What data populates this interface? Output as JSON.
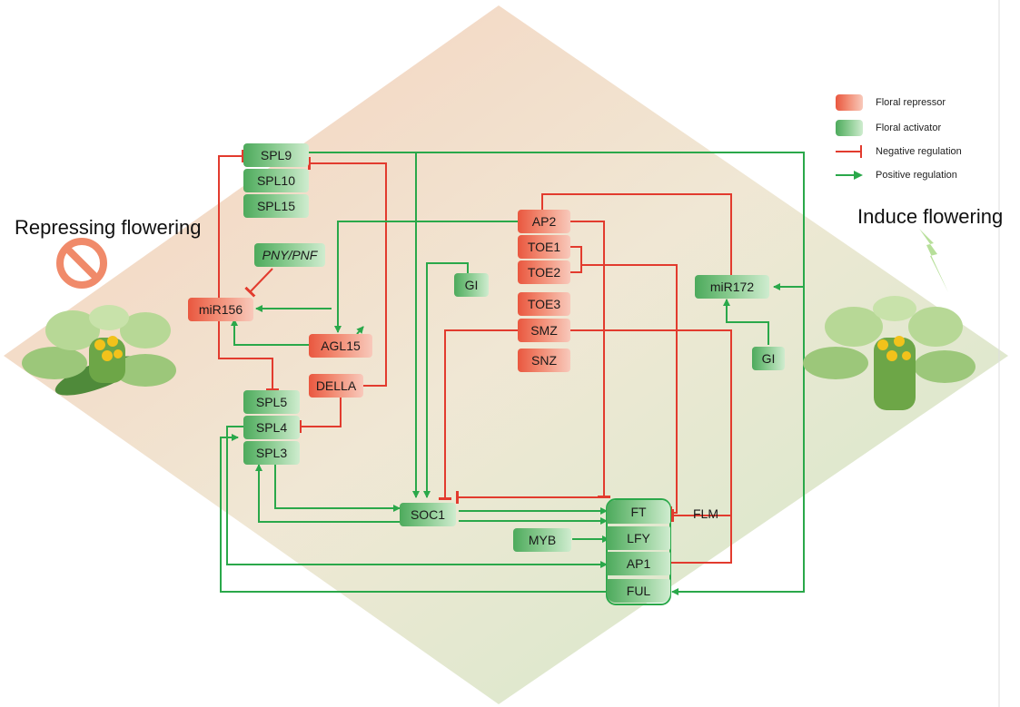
{
  "labels": {
    "repressing": "Repressing flowering",
    "induce": "Induce flowering"
  },
  "legend": {
    "repressor": "Floral repressor",
    "activator": "Floral activator",
    "negative": "Negative regulation",
    "positive": "Positive regulation"
  },
  "colors": {
    "repressor": "#e9573f",
    "activator": "#3aa34a",
    "negative_line": "#e23b2e",
    "positive_line": "#2aa84a"
  },
  "nodes": {
    "spl9": "SPL9",
    "spl10": "SPL10",
    "spl15": "SPL15",
    "pny": "PNY/PNF",
    "mir156": "miR156",
    "agl15": "AGL15",
    "della": "DELLA",
    "spl5": "SPL5",
    "spl4": "SPL4",
    "spl3": "SPL3",
    "ap2": "AP2",
    "toe1": "TOE1",
    "toe2": "TOE2",
    "toe3": "TOE3",
    "smz": "SMZ",
    "snz": "SNZ",
    "gi_left": "GI",
    "gi_right": "GI",
    "mir172": "miR172",
    "soc1": "SOC1",
    "ft": "FT",
    "flm": "FLM",
    "myb": "MYB",
    "lfy": "LFY",
    "ap1": "AP1",
    "ful": "FUL"
  }
}
